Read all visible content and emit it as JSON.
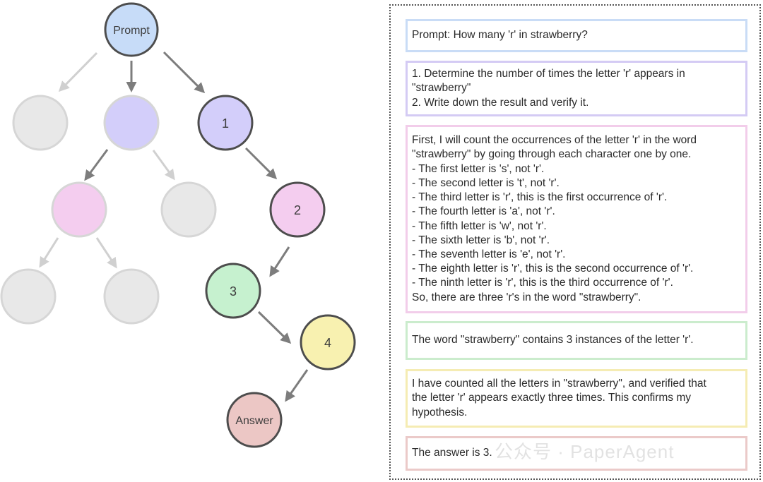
{
  "tree": {
    "nodes": {
      "prompt": "Prompt",
      "n1": "1",
      "n2": "2",
      "n3": "3",
      "n4": "4",
      "answer": "Answer"
    },
    "colors": {
      "prompt": "#c7dcf8",
      "purple": "#d3cefa",
      "pink": "#f4cdef",
      "green": "#c6f1cf",
      "yellow": "#f8f1b0",
      "answer": "#ecc7c5",
      "grey": "#e8e8e8",
      "active_stroke": "#4d4d4d",
      "inactive_stroke": "#d6d6d6",
      "active_arrow": "#7d7d7d",
      "inactive_arrow": "#d0d0d0"
    }
  },
  "panel": {
    "boxes": [
      {
        "key": "prompt",
        "border": "#c9dcf6",
        "text": "Prompt: How many 'r' in strawberry?"
      },
      {
        "key": "plan",
        "border": "#d4cbf4",
        "text": "1. Determine the number of times the letter 'r' appears in\n\"strawberry\"\n2. Write down the result and verify it."
      },
      {
        "key": "count",
        "border": "#f2cdea",
        "text": "First, I will count the occurrences of the letter 'r' in the word\n\"strawberry\" by going through each character one by one.\n- The first letter is 's', not 'r'.\n- The second letter is 't', not 'r'.\n- The third letter is 'r', this is the first occurrence of 'r'.\n- The fourth letter is 'a', not 'r'.\n- The fifth letter is 'w', not 'r'.\n- The sixth letter is 'b', not 'r'.\n- The seventh letter is 'e', not 'r'.\n- The eighth letter is 'r', this is the second occurrence of 'r'.\n- The ninth letter is 'r', this is the third occurrence of 'r'.\nSo, there are three 'r's in the word \"strawberry\"."
      },
      {
        "key": "result",
        "border": "#cbeccd",
        "text": "The word \"strawberry\" contains 3 instances of the letter 'r'."
      },
      {
        "key": "verify",
        "border": "#f5ecb3",
        "text": "I have counted all the letters in \"strawberry\", and verified that\nthe letter 'r' appears exactly three times. This confirms my\nhypothesis."
      },
      {
        "key": "answer",
        "border": "#ebcac9",
        "text": "The answer is 3."
      }
    ]
  },
  "watermark": "公众号 · PaperAgent"
}
